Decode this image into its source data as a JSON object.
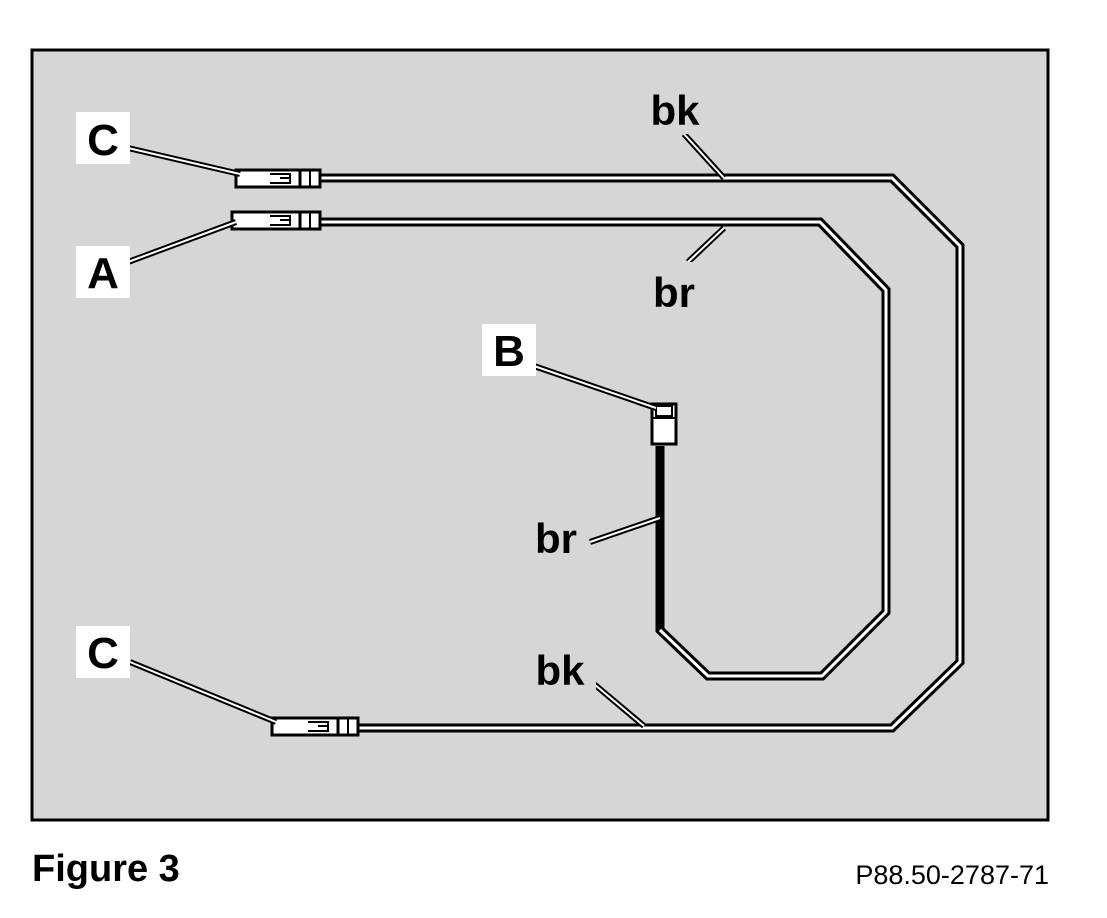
{
  "figure": {
    "title": "Figure 3",
    "code": "P88.50-2787-71"
  },
  "connectors": {
    "c_top": "C",
    "a": "A",
    "b": "B",
    "c_bottom": "C"
  },
  "wires": {
    "bk_top": "bk",
    "br_right": "br",
    "br_left": "br",
    "bk_bottom": "bk"
  },
  "colors": {
    "panel": "#d6d6d6",
    "wire": "#000000",
    "label_box": "#ffffff"
  }
}
